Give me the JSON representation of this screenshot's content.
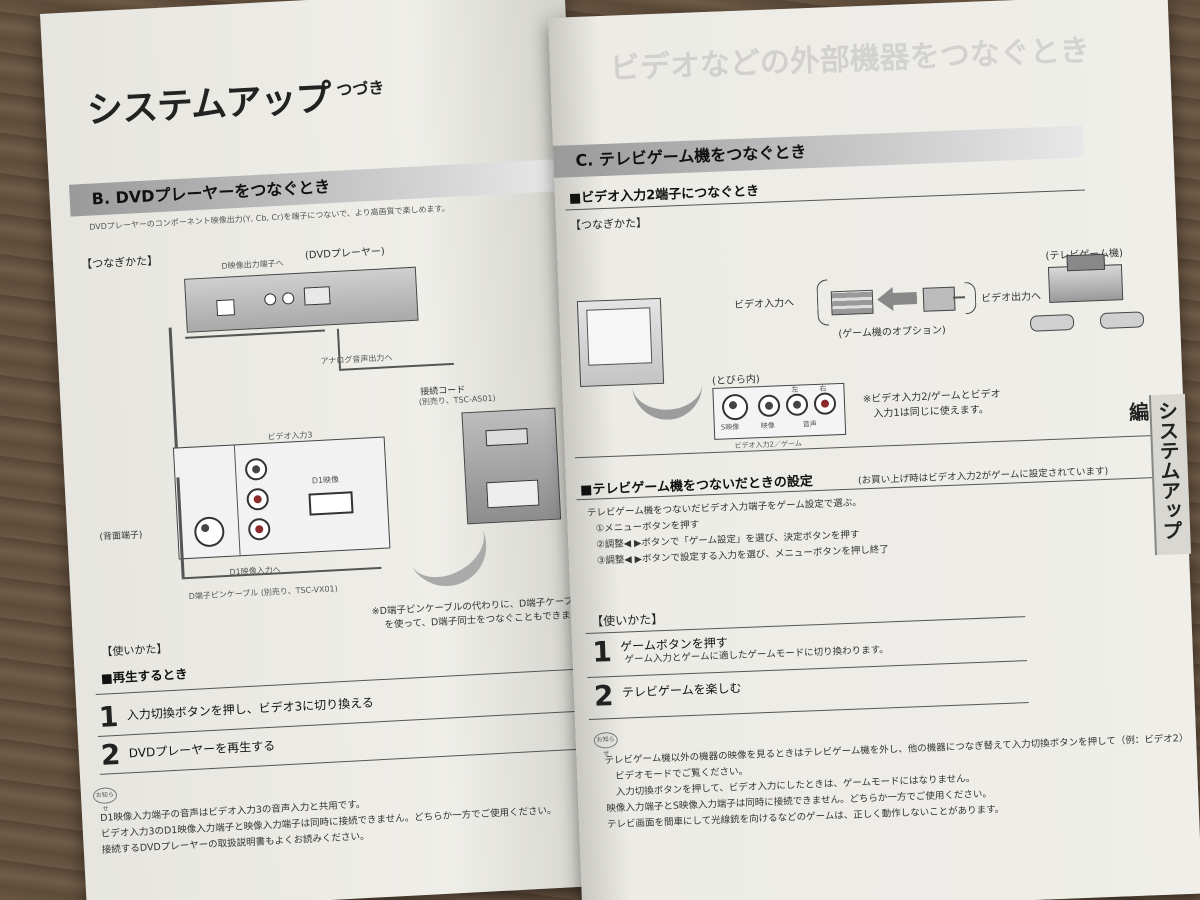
{
  "left": {
    "title": "システムアップ",
    "title_suffix": "つづき",
    "section_title": "B. DVDプレーヤーをつなぐとき",
    "section_intro": "DVDプレーヤーのコンポーネント映像出力(Y, Cb, Cr)を端子につないで、より高画質で楽しめます。",
    "connect_heading": "【つなぎかた】",
    "labels": {
      "dvd_player": "(DVDプレーヤー)",
      "d_output": "D映像出力端子へ",
      "analog_audio": "アナログ音声出力へ",
      "cable": "接続コード",
      "cable_model": "(別売り、TSC-AS01)",
      "video_in3": "ビデオ入力3",
      "d1_label": "D1映像",
      "d1_input": "D1映像入力へ",
      "back_terminal": "(背面端子)",
      "d_cable": "D端子ピンケーブル (別売り、TSC-VX01)"
    },
    "footnote_line1": "※D端子ピンケーブルの代わりに、D端子ケーブル",
    "footnote_line2": "を使って、D端子同士をつなぐこともできます。",
    "usage_heading": "【使いかた】",
    "playback_heading": "■再生するとき",
    "steps": [
      {
        "num": "1",
        "text": "入力切換ボタンを押し、ビデオ3に切り換える"
      },
      {
        "num": "2",
        "text": "DVDプレーヤーを再生する"
      }
    ],
    "icon_text": "お知らせ",
    "notes": [
      "D1映像入力端子の音声はビデオ入力3の音声入力と共用です。",
      "ビデオ入力3のD1映像入力端子と映像入力端子は同時に接続できません。どちらか一方でご使用ください。",
      "接続するDVDプレーヤーの取扱説明書もよくお読みください。"
    ]
  },
  "right": {
    "section_title": "C. テレビゲーム機をつなぐとき",
    "subtitle": "■ビデオ入力2端子につなぐとき",
    "connect_heading": "【つなぎかた】",
    "labels": {
      "game_console": "(テレビゲーム機)",
      "video_input": "ビデオ入力へ",
      "video_output": "ビデオ出力へ",
      "option": "(ゲーム機のオプション)",
      "door_inside": "(とびら内)",
      "panel_s": "S映像",
      "panel_video": "映像",
      "panel_left": "左",
      "panel_right": "右",
      "panel_audio": "音声",
      "panel_caption": "ビデオ入力2／ゲーム",
      "panel_note_1": "※ビデオ入力2/ゲームとビデオ",
      "panel_note_2": "入力1は同じに使えます。"
    },
    "settings_heading": "■テレビゲーム機をつないだときの設定",
    "settings_note": "(お買い上げ時はビデオ入力2がゲームに設定されています)",
    "settings_intro": "テレビゲーム機をつないだビデオ入力端子をゲーム設定で選ぶ。",
    "settings_steps": [
      "①メニューボタンを押す",
      "②調整◀ ▶ボタンで「ゲーム設定」を選び、決定ボタンを押す",
      "③調整◀ ▶ボタンで設定する入力を選び、メニューボタンを押し終了"
    ],
    "usage_heading": "【使いかた】",
    "steps": [
      {
        "num": "1",
        "text": "ゲームボタンを押す",
        "sub": "ゲーム入力とゲームに適したゲームモードに切り換わります。"
      },
      {
        "num": "2",
        "text": "テレビゲームを楽しむ",
        "sub": ""
      }
    ],
    "icon_text": "お知らせ",
    "notes": [
      "テレビゲーム機以外の機器の映像を見るときはテレビゲーム機を外し、他の機器につなぎ替えて入力切換ボタンを押して（例：ビデオ2）",
      "ビデオモードでご覧ください。",
      "入力切換ボタンを押して、ビデオ入力にしたときは、ゲームモードにはなりません。",
      "映像入力端子とS映像入力端子は同時に接続できません。どちらか一方でご使用ください。",
      "テレビ画面を間車にして光線銃を向けるなどのゲームは、正しく動作しないことがあります。"
    ],
    "side_tab": "システムアップ編"
  },
  "ghost_text": "ビデオなどの外部機器をつなぐとき"
}
